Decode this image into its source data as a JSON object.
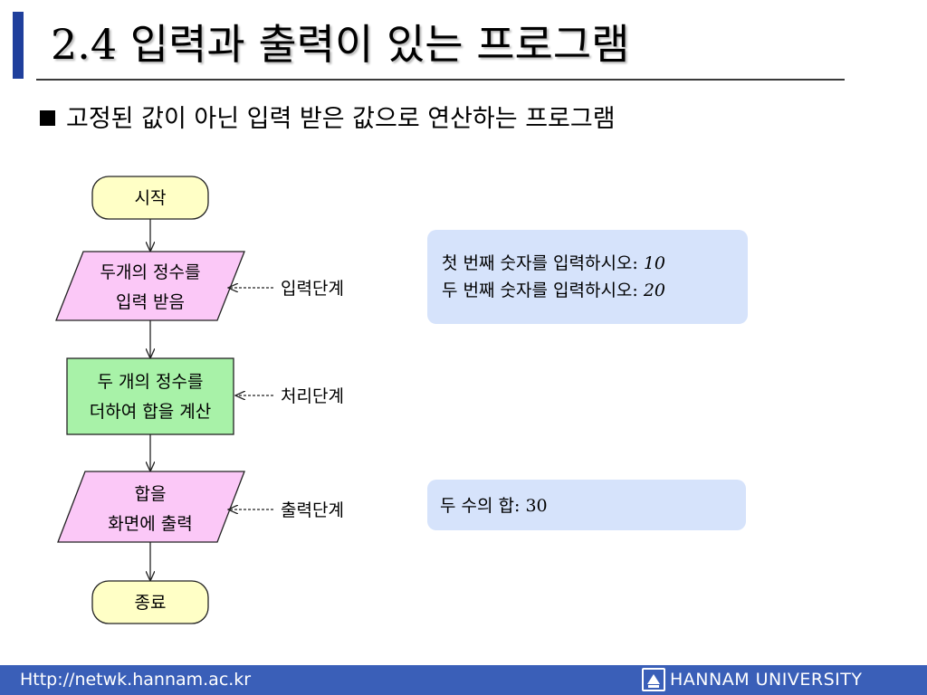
{
  "slide": {
    "title": "2.4 입력과 출력이 있는 프로그램",
    "subtitle": "고정된 값이 아닌 입력 받은 값으로 연산하는 프로그램"
  },
  "flowchart": {
    "start": "시작",
    "input_line1": "두개의 정수를",
    "input_line2": "입력 받음",
    "process_line1": "두 개의 정수를",
    "process_line2": "더하여 합을 계산",
    "output_line1": "합을",
    "output_line2": "화면에 출력",
    "end": "종료",
    "label_input": "입력단계",
    "label_process": "처리단계",
    "label_output": "출력단계"
  },
  "console_input": {
    "prompt1": "첫 번째 숫자를 입력하시오: ",
    "value1": "10",
    "prompt2": "두 번째 숫자를 입력하시오: ",
    "value2": "20"
  },
  "console_output": {
    "line": "두 수의 합: 30"
  },
  "footer": {
    "url": "Http://netwk.hannam.ac.kr",
    "university": "HANNAM  UNIVERSITY"
  },
  "colors": {
    "terminal_fill": "#ffffc6",
    "io_fill": "#fbc8f7",
    "process_fill": "#a8f2a8",
    "console_fill": "#d6e3fb",
    "footer_bg": "#3a5fb8",
    "title_accent": "#1f3f9c"
  }
}
